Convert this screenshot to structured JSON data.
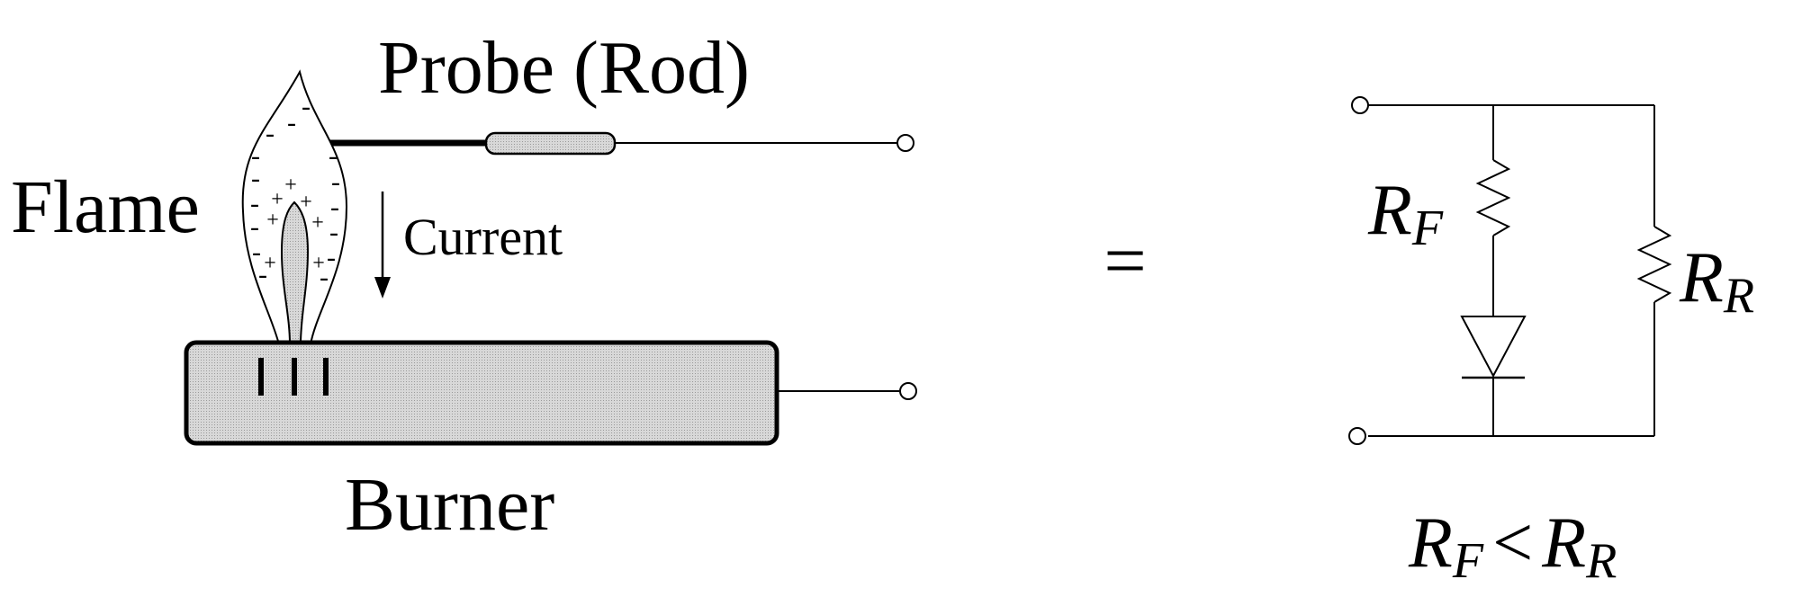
{
  "labels": {
    "probe": "Probe (Rod)",
    "flame": "Flame",
    "current": "Current",
    "burner": "Burner",
    "equals": "="
  },
  "circuit": {
    "rf_main": "R",
    "rf_sub": "F",
    "rr_main": "R",
    "rr_sub": "R",
    "relation_left_main": "R",
    "relation_left_sub": "F",
    "relation_op": "<",
    "relation_right_main": "R",
    "relation_right_sub": "R"
  },
  "charges": {
    "negative": "-",
    "positive": "+"
  },
  "colors": {
    "fill_gray": "#d0d0d0",
    "line": "#000000",
    "background": "#ffffff"
  }
}
